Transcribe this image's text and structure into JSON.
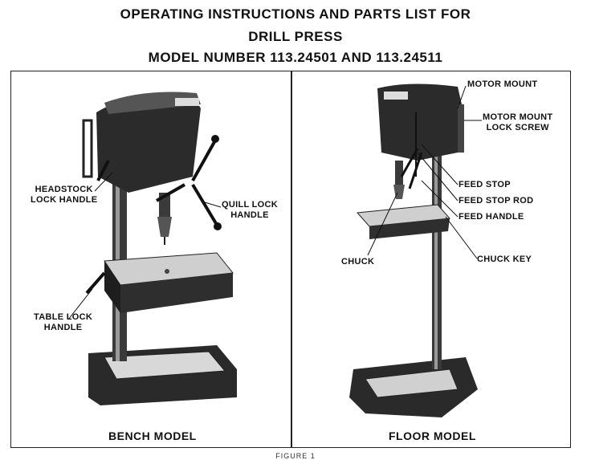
{
  "header": {
    "line1": "OPERATING INSTRUCTIONS AND PARTS LIST FOR",
    "line2": "DRILL PRESS",
    "line3": "MODEL NUMBER 113.24501 AND 113.24511"
  },
  "bench_panel": {
    "caption": "BENCH MODEL",
    "labels": {
      "headstock_lock_1": "HEADSTOCK",
      "headstock_lock_2": "LOCK HANDLE",
      "quill_lock_1": "QUILL LOCK",
      "quill_lock_2": "HANDLE",
      "table_lock_1": "TABLE LOCK",
      "table_lock_2": "HANDLE"
    }
  },
  "floor_panel": {
    "caption": "FLOOR MODEL",
    "labels": {
      "motor_mount": "MOTOR MOUNT",
      "motor_mount_lock_1": "MOTOR MOUNT",
      "motor_mount_lock_2": "LOCK SCREW",
      "feed_stop": "FEED STOP",
      "feed_stop_rod": "FEED STOP ROD",
      "feed_handle": "FEED HANDLE",
      "chuck": "CHUCK",
      "chuck_key": "CHUCK KEY"
    }
  },
  "figure_caption": "FIGURE 1"
}
